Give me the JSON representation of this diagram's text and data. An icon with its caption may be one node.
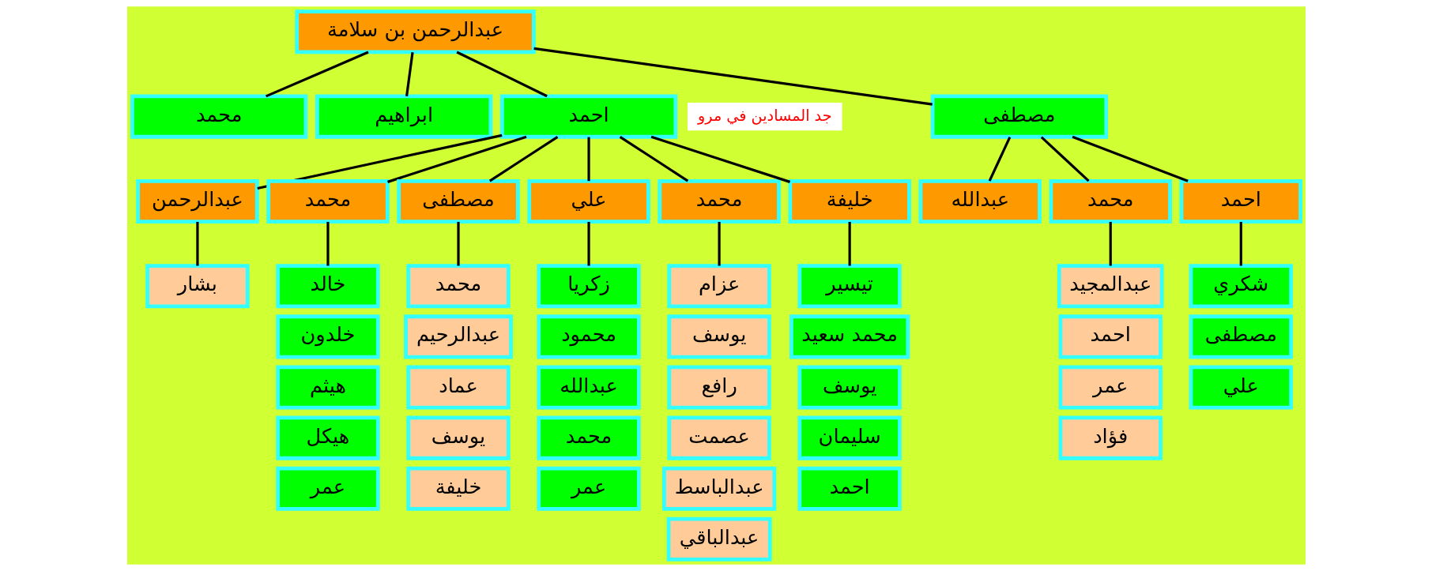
{
  "diagram": {
    "nodes": [
      {
        "text": [
          "عبدالرحمن بن سلامة"
        ]
      },
      {
        "text": [
          "محمد"
        ]
      },
      {
        "text": [
          "ابراهيم"
        ]
      },
      {
        "text": [
          "احمد"
        ],
        "beside": [
          "جد المسادين في مرو"
        ]
      },
      {
        "text": [
          "مصطفى"
        ]
      },
      {
        "text": [
          "عبدالرحمن"
        ]
      },
      {
        "text": [
          "محمد"
        ]
      },
      {
        "text": [
          "مصطفى"
        ]
      },
      {
        "text": [
          "علي"
        ]
      },
      {
        "text": [
          "محمد"
        ]
      },
      {
        "text": [
          "خليفة"
        ]
      },
      {
        "text": [
          "عبدالله"
        ]
      },
      {
        "text": [
          "محمد"
        ]
      },
      {
        "text": [
          "احمد"
        ]
      },
      {
        "text": [
          "بشار"
        ]
      },
      {
        "text": [
          "خالد"
        ]
      },
      {
        "text": [
          "خلدون"
        ]
      },
      {
        "text": [
          "هيثم"
        ]
      },
      {
        "text": [
          "هيكل"
        ]
      },
      {
        "text": [
          "عمر"
        ]
      },
      {
        "text": [
          "محمد"
        ]
      },
      {
        "text": [
          "عبدالرحيم"
        ]
      },
      {
        "text": [
          "عماد"
        ]
      },
      {
        "text": [
          "يوسف"
        ]
      },
      {
        "text": [
          "خليفة"
        ]
      },
      {
        "text": [
          "زكريا"
        ]
      },
      {
        "text": [
          "محمود"
        ]
      },
      {
        "text": [
          "عبدالله"
        ]
      },
      {
        "text": [
          "محمد"
        ]
      },
      {
        "text": [
          "عمر"
        ]
      },
      {
        "text": [
          "عزام"
        ]
      },
      {
        "text": [
          "يوسف"
        ]
      },
      {
        "text": [
          "رافع"
        ]
      },
      {
        "text": [
          "عصمت"
        ]
      },
      {
        "text": [
          "عبدالباسط"
        ]
      },
      {
        "text": [
          "عبدالباقي"
        ]
      },
      {
        "text": [
          "تيسير"
        ]
      },
      {
        "text": [
          "محمد سعيد"
        ]
      },
      {
        "text": [
          "يوسف"
        ]
      },
      {
        "text": [
          "سليمان"
        ]
      },
      {
        "text": [
          "احمد"
        ]
      },
      {
        "text": [
          "عبدالمجيد"
        ]
      },
      {
        "text": [
          "احمد"
        ]
      },
      {
        "text": [
          "عمر"
        ]
      },
      {
        "text": [
          "فؤاد"
        ]
      },
      {
        "text": [
          "شكري"
        ]
      },
      {
        "text": [
          "مصطفى"
        ]
      },
      {
        "text": [
          "علي"
        ]
      }
    ],
    "edges": [
      {
        "from": 0,
        "to": 1,
        "arrow": "none"
      },
      {
        "from": 0,
        "to": 2,
        "arrow": "none"
      },
      {
        "from": 0,
        "to": 3,
        "arrow": "none"
      },
      {
        "from": 0,
        "to": 4,
        "arrow": "none"
      },
      {
        "from": 3,
        "to": 5,
        "arrow": "none"
      },
      {
        "from": 3,
        "to": 6,
        "arrow": "none"
      },
      {
        "from": 3,
        "to": 7,
        "arrow": "none"
      },
      {
        "from": 3,
        "to": 8,
        "arrow": "none"
      },
      {
        "from": 3,
        "to": 9,
        "arrow": "none"
      },
      {
        "from": 3,
        "to": 10,
        "arrow": "none"
      },
      {
        "from": 4,
        "to": 11,
        "arrow": "none"
      },
      {
        "from": 4,
        "to": 12,
        "arrow": "none"
      },
      {
        "from": 4,
        "to": 13,
        "arrow": "none"
      },
      {
        "from": 5,
        "to": 14,
        "arrow": "none"
      },
      {
        "from": 6,
        "to": 15,
        "arrow": "none"
      },
      {
        "from": 7,
        "to": 20,
        "arrow": "none"
      },
      {
        "from": 8,
        "to": 25,
        "arrow": "none"
      },
      {
        "from": 9,
        "to": 30,
        "arrow": "none"
      },
      {
        "from": 10,
        "to": 36,
        "arrow": "none"
      },
      {
        "from": 12,
        "to": 41,
        "arrow": "none"
      },
      {
        "from": 13,
        "to": 45,
        "arrow": "none"
      }
    ]
  }
}
